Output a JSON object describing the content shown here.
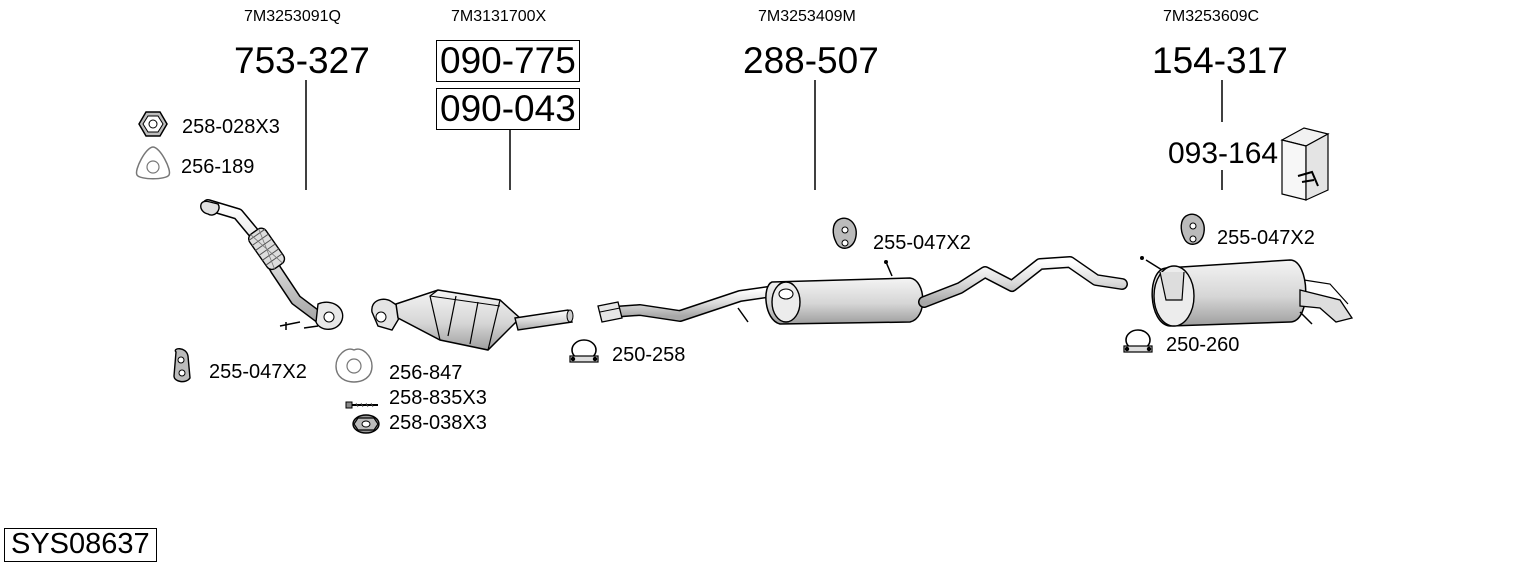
{
  "diagram": {
    "oem_numbers": {
      "front_pipe": "7M3253091Q",
      "catalyst": "7M3131700X",
      "middle_silencer": "7M3253409M",
      "rear_silencer": "7M3253609C"
    },
    "main_parts": {
      "front_pipe": "753-327",
      "catalyst_a": "090-775",
      "catalyst_b": "090-043",
      "middle_silencer": "288-507",
      "rear_silencer": "154-317"
    },
    "mounting_kit": "093-164",
    "accessories": {
      "nut_top": "258-028X3",
      "gasket_top": "256-189",
      "rubber_left": "255-047X2",
      "gasket_cat": "256-847",
      "bolt": "258-835X3",
      "nut_cat": "258-038X3",
      "clamp_mid": "250-258",
      "rubber_mid": "255-047X2",
      "rubber_rear": "255-047X2",
      "clamp_rear": "250-260"
    },
    "system_code": "SYS08637",
    "colors": {
      "line": "#000000",
      "part_fill": "#e8e8e8",
      "shadow": "#c8c8c8"
    }
  }
}
